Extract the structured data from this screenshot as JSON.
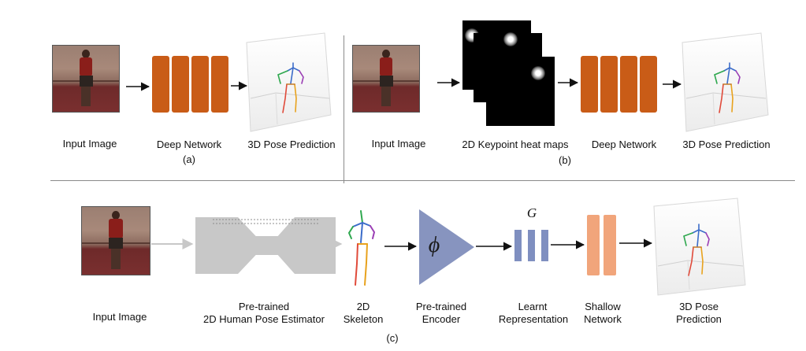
{
  "panel_a": {
    "input_label": "Input Image",
    "network_label": "Deep  Network",
    "output_label": "3D Pose Prediction",
    "caption": "(a)"
  },
  "panel_b": {
    "input_label": "Input Image",
    "heatmaps_label": "2D Keypoint heat maps",
    "network_label": "Deep  Network",
    "output_label": "3D Pose Prediction",
    "caption": "(b)"
  },
  "panel_c": {
    "input_label": "Input Image",
    "estimator_label_line1": "Pre-trained",
    "estimator_label_line2": "2D Human Pose Estimator",
    "skeleton_label_line1": "2D",
    "skeleton_label_line2": "Skeleton",
    "encoder_label_line1": "Pre-trained",
    "encoder_label_line2": "Encoder",
    "encoder_symbol": "ϕ",
    "representation_symbol": "G",
    "representation_label_line1": "Learnt",
    "representation_label_line2": "Representation",
    "shallow_label_line1": "Shallow",
    "shallow_label_line2": "Network",
    "output_label_line1": "3D Pose",
    "output_label_line2": "Prediction",
    "caption": "(c)"
  },
  "colors": {
    "deep_network": "#c95c17",
    "encoder": "#8794bf",
    "representation": "#7f8fc0",
    "shallow_network": "#f1a57b",
    "estimator": "#c8c8c8"
  }
}
